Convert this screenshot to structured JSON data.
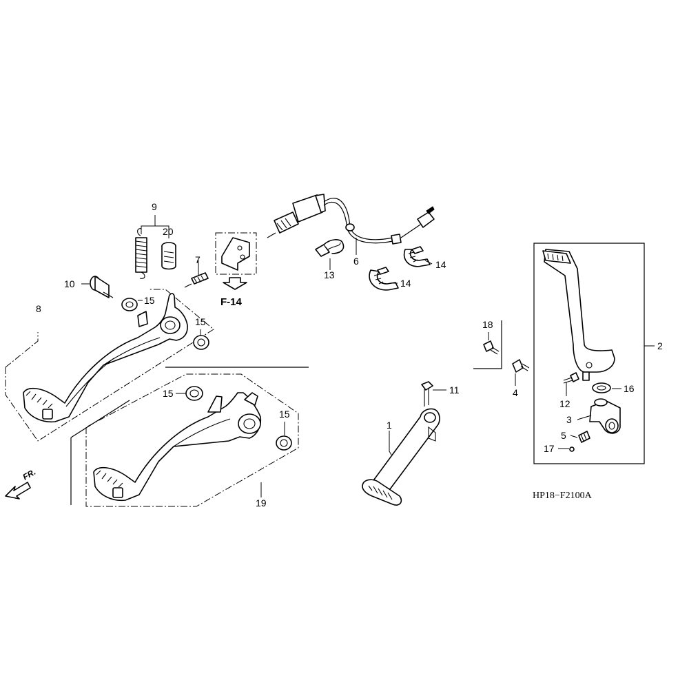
{
  "diagram": {
    "drawing_code": "HP18−F2100A",
    "reference_label": "F-14",
    "direction_label": "FR.",
    "callouts": {
      "c1": "1",
      "c2": "2",
      "c3": "3",
      "c4": "4",
      "c5": "5",
      "c6": "6",
      "c7": "7",
      "c8": "8",
      "c9": "9",
      "c10": "10",
      "c11": "11",
      "c12": "12",
      "c13": "13",
      "c14a": "14",
      "c14b": "14",
      "c15a": "15",
      "c15b": "15",
      "c15c": "15",
      "c15d": "15",
      "c16": "16",
      "c17": "17",
      "c18": "18",
      "c19": "19",
      "c20": "20"
    }
  }
}
